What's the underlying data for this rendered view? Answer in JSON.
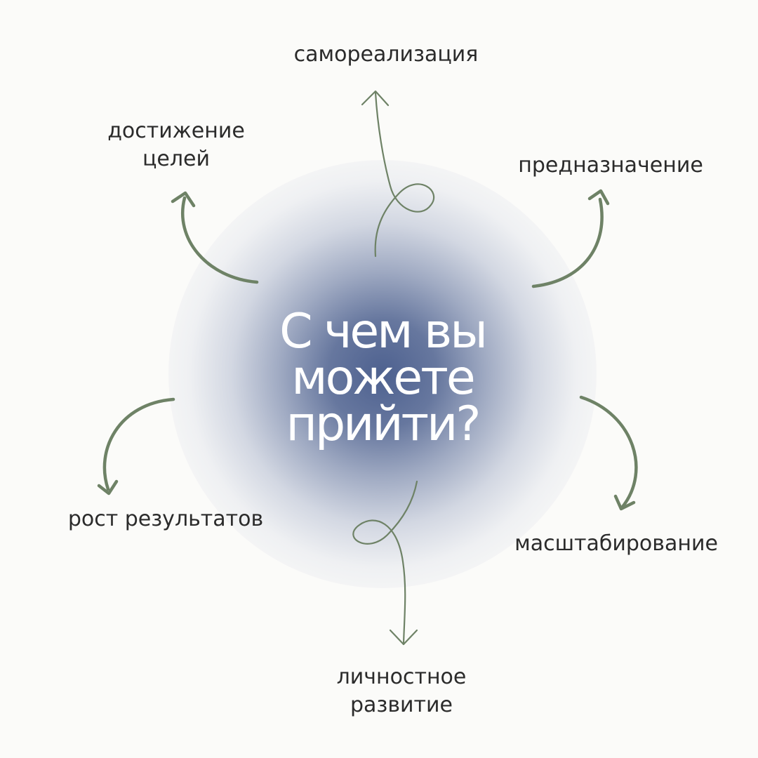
{
  "center": {
    "lines": [
      "С чем вы",
      "можете",
      "прийти?"
    ]
  },
  "labels": {
    "top": [
      "самореализация"
    ],
    "top_left": [
      "достижение",
      "целей"
    ],
    "top_right": [
      "предназначение"
    ],
    "bottom_left": [
      "рост результатов"
    ],
    "bottom_right": [
      "масштабирование"
    ],
    "bottom": [
      "личностное",
      "развитие"
    ]
  },
  "colors": {
    "background": "#fbfbf9",
    "center_glow": "#485c8c",
    "arrow": "#6e8266",
    "label_text": "#2b2b2b",
    "heading_text": "#ffffff"
  }
}
